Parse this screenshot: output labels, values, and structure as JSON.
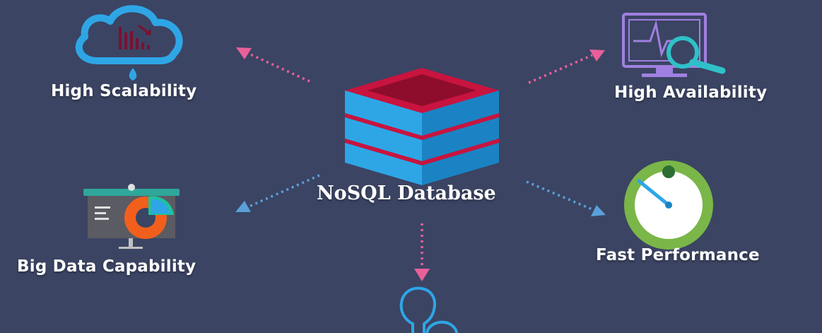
{
  "center": {
    "title": "NoSQL Database"
  },
  "features": {
    "scalability": {
      "label": "High Scalability",
      "icon": "cloud-chart-icon"
    },
    "availability": {
      "label": "High Availability",
      "icon": "monitor-magnifier-icon"
    },
    "big_data": {
      "label": "Big Data Capability",
      "icon": "presentation-board-icon"
    },
    "performance": {
      "label": "Fast Performance",
      "icon": "stopwatch-icon"
    },
    "bottom": {
      "icon": "user-icon"
    }
  },
  "colors": {
    "background": "#3b4463",
    "pink_arrow": "#e8609a",
    "blue_arrow": "#5aa0d8",
    "db_red": "#d0204a",
    "db_blue": "#2ea6e6"
  }
}
